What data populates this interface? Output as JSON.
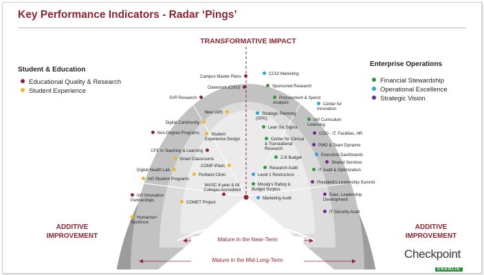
{
  "title": "Key Performance Indicators - Radar ‘Pings’",
  "top_label": "TRANSFORMATIVE IMPACT",
  "side_left": "ADDITIVE\nIMPROVEMENT",
  "side_right": "ADDITIVE\nIMPROVEMENT",
  "ring_labels": {
    "near": "Mature in the Near-Term",
    "mid": "Mature in the Mid-Long-Term"
  },
  "colors": {
    "accent": "#8b2330",
    "dark_red": "#8b2330",
    "yellow": "#f5b324",
    "green": "#2c9a3c",
    "blue": "#2aa3dd",
    "purple": "#6b2c91",
    "ring_outer": "#9c9c9c",
    "ring_mid": "#c2c2c2",
    "ring_inner": "#dcdcdc",
    "ring_core": "#eeeeee"
  },
  "legend_left": {
    "title": "Student & Education",
    "items": [
      {
        "label": "Educational Quality & Research",
        "color": "#8b2330"
      },
      {
        "label": "Student Experience",
        "color": "#f5b324"
      }
    ]
  },
  "legend_right": {
    "title": "Enterprise Operations",
    "items": [
      {
        "label": "Financial Stewardship",
        "color": "#2c9a3c"
      },
      {
        "label": "Operational Excellence",
        "color": "#2aa3dd"
      },
      {
        "label": "Strategic Vision",
        "color": "#6b2c91"
      }
    ]
  },
  "left_items": [
    {
      "label": "Campus Master Plans",
      "color": "#8b2330"
    },
    {
      "label": "Claremont (CGU)",
      "color": "#8b2330"
    },
    {
      "label": "SVP Research",
      "color": "#8b2330"
    },
    {
      "label": "New LMS",
      "color": "#f5b324"
    },
    {
      "label": "Digital Community",
      "color": "#f5b324"
    },
    {
      "label": "Non-Degree Programs",
      "color": "#8b2330"
    },
    {
      "label": "Student Experience Design",
      "color": "#f5b324"
    },
    {
      "label": "CFE in Teaching & Learning",
      "color": "#8b2330"
    },
    {
      "label": "Smart Classrooms",
      "color": "#f5b324"
    },
    {
      "label": "COMP iPads",
      "color": "#f5b324"
    },
    {
      "label": "Digital Health Lab",
      "color": "#f5b324"
    },
    {
      "label": "Portland Clinic",
      "color": "#f5b324"
    },
    {
      "label": "Int'l Student Programs",
      "color": "#f5b324"
    },
    {
      "label": "WASC 8-year & All Colleges Accredited",
      "color": "#8b2330"
    },
    {
      "label": "Int'l Innovation Partnerships",
      "color": "#8b2330"
    },
    {
      "label": "COMET Project",
      "color": "#f5b324"
    },
    {
      "label": "Humanism Taskforce",
      "color": "#f5b324"
    }
  ],
  "right_items": [
    {
      "label": "CCO/ Marketing",
      "color": "#2aa3dd"
    },
    {
      "label": "Sponsored Research",
      "color": "#2c9a3c"
    },
    {
      "label": "Procurement & Spend Analysis",
      "color": "#2c9a3c"
    },
    {
      "label": "Center for Innovation",
      "color": "#2aa3dd"
    },
    {
      "label": "Strategic Planning (SPG)",
      "color": "#2aa3dd"
    },
    {
      "label": "Int'l Curriculum Licensing",
      "color": "#2c9a3c"
    },
    {
      "label": "Lean Six Sigma",
      "color": "#2c9a3c"
    },
    {
      "label": "COO - IT, Facilities, HR",
      "color": "#6b2c91"
    },
    {
      "label": "Center for Clinical & Translational Research",
      "color": "#2c9a3c"
    },
    {
      "label": "PMO & Team Dynamix",
      "color": "#6b2c91"
    },
    {
      "label": "Executive Dashboards",
      "color": "#2aa3dd"
    },
    {
      "label": "Z-B Budget",
      "color": "#2c9a3c"
    },
    {
      "label": "Shared Services",
      "color": "#6b2c91"
    },
    {
      "label": "Research Audit",
      "color": "#2c9a3c"
    },
    {
      "label": "IT Audit & Optimization",
      "color": "#2c9a3c"
    },
    {
      "label": "Level 1 Restructure",
      "color": "#2aa3dd"
    },
    {
      "label": "President's Leadership Summit",
      "color": "#6b2c91"
    },
    {
      "label": "Moody's Rating & Budget Surplus",
      "color": "#2c9a3c"
    },
    {
      "label": "Exec. Leadership Development",
      "color": "#6b2c91"
    },
    {
      "label": "Marketing Audit",
      "color": "#2aa3dd"
    },
    {
      "label": "IT Security Audit",
      "color": "#6b2c91"
    }
  ],
  "logo": {
    "main": "Checkpoint",
    "sub": "CHARLIE"
  }
}
